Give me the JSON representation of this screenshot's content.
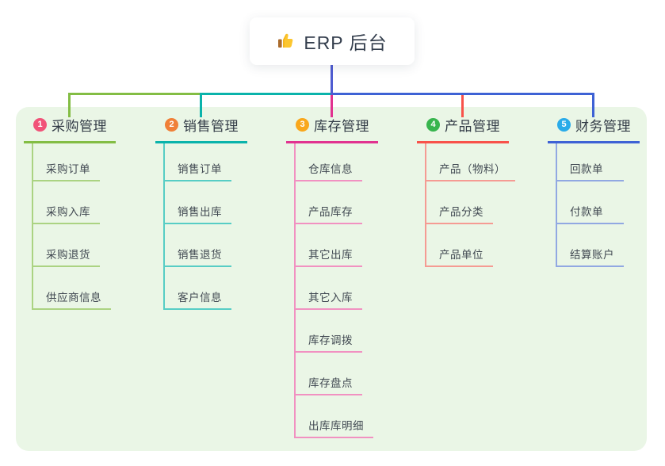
{
  "root": {
    "title": "ERP 后台",
    "icon": "thumbs-up-icon"
  },
  "branches": [
    {
      "index": "1",
      "label": "采购管理",
      "color": "#83bd44",
      "light_color": "#abd382",
      "badge_color": "#f15378",
      "children": [
        "采购订单",
        "采购入库",
        "采购退货",
        "供应商信息"
      ]
    },
    {
      "index": "2",
      "label": "销售管理",
      "color": "#0ab3ab",
      "light_color": "#57cdc5",
      "badge_color": "#f08038",
      "children": [
        "销售订单",
        "销售出库",
        "销售退货",
        "客户信息"
      ]
    },
    {
      "index": "3",
      "label": "库存管理",
      "color": "#e13390",
      "light_color": "#f191c1",
      "badge_color": "#f9a71b",
      "children": [
        "仓库信息",
        "产品库存",
        "其它出库",
        "其它入库",
        "库存调拨",
        "库存盘点",
        "出库库明细"
      ]
    },
    {
      "index": "4",
      "label": "产品管理",
      "color": "#f8524a",
      "light_color": "#f59b93",
      "badge_color": "#38b54e",
      "children": [
        "产品（物料）",
        "产品分类",
        "产品单位"
      ]
    },
    {
      "index": "5",
      "label": "财务管理",
      "color": "#3e62d5",
      "light_color": "#91a8e2",
      "badge_color": "#29abe9",
      "children": [
        "回款单",
        "付款单",
        "结算账户"
      ]
    }
  ],
  "colors": {
    "canvas_bg": "#ffffff",
    "panel_bg": "#eaf6e6",
    "root_connector": "#4f5cd1"
  }
}
